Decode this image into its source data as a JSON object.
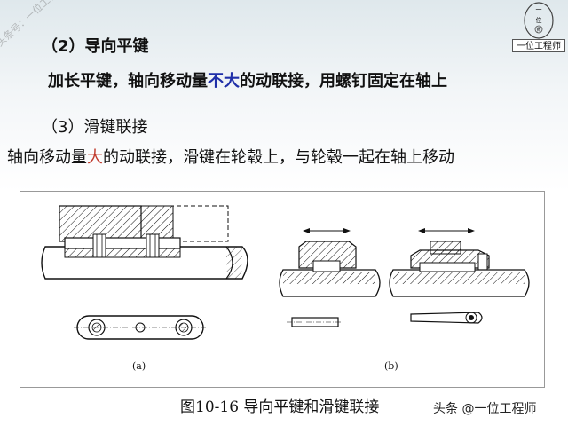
{
  "watermark": "头条号：一位工程师",
  "logo": {
    "label": "一位工程师",
    "glyphs": [
      "一",
      "位",
      "师"
    ]
  },
  "section2": {
    "heading": "（2）导向平键",
    "desc_pre": "加长平键，轴向移动量",
    "desc_hl": "不大",
    "desc_post": "的动联接，用螺钉固定在轴上"
  },
  "section3": {
    "heading": "（3）滑键联接",
    "desc_pre": "轴向移动量",
    "desc_hl": "大",
    "desc_post": "的动联接，滑键在轮毂上，与轮毂一起在轴上移动"
  },
  "figure": {
    "label_a": "(a)",
    "label_b": "(b)",
    "caption": "图10-16 导向平键和滑键联接"
  },
  "credit": "头条 @一位工程师",
  "colors": {
    "highlight_blue": "#1f2fa8",
    "highlight_red": "#c0392b"
  }
}
